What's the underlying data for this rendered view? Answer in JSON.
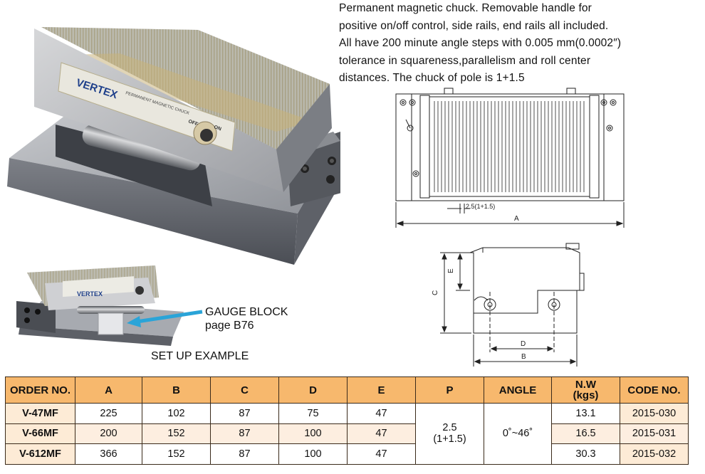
{
  "description": {
    "lines": [
      "Permanent magnetic chuck. Removable handle for",
      "positive on/off control, side rails, end rails all included.",
      "All have 200 minute angle steps with 0.005 mm(0.0002″)",
      "tolerance in squareness,parallelism and roll center",
      "distances. The chuck of pole is 1+1.5"
    ]
  },
  "photo": {
    "brand_label": "VERTEX",
    "plate_title": "PERMANENT MAGNETIC CHUCK",
    "switch_off": "OFF",
    "switch_on": "ON"
  },
  "setup": {
    "gauge_line1": "GAUGE BLOCK",
    "gauge_line2": "page B76",
    "caption": "SET UP EXAMPLE",
    "arrow_color": "#2aa4d8"
  },
  "drawing_top": {
    "pole_label": "2.5(1+1.5)",
    "dim_a": "A"
  },
  "drawing_side": {
    "dim_e": "E",
    "dim_c": "C",
    "dim_d": "D",
    "dim_b": "B"
  },
  "table": {
    "headers": [
      "ORDER NO.",
      "A",
      "B",
      "C",
      "D",
      "E",
      "P",
      "ANGLE",
      "N.W\n(kgs)",
      "CODE NO."
    ],
    "rows": [
      {
        "order": "V-47MF",
        "a": "225",
        "b": "102",
        "c": "87",
        "d": "75",
        "e": "47",
        "nw": "13.1",
        "code": "2015-030"
      },
      {
        "order": "V-66MF",
        "a": "200",
        "b": "152",
        "c": "87",
        "d": "100",
        "e": "47",
        "nw": "16.5",
        "code": "2015-031"
      },
      {
        "order": "V-612MF",
        "a": "366",
        "b": "152",
        "c": "87",
        "d": "100",
        "e": "47",
        "nw": "30.3",
        "code": "2015-032"
      }
    ],
    "p_line1": "2.5",
    "p_line2": "(1+1.5)",
    "angle": "0˚~46˚",
    "header_color": "#f7b86d"
  }
}
